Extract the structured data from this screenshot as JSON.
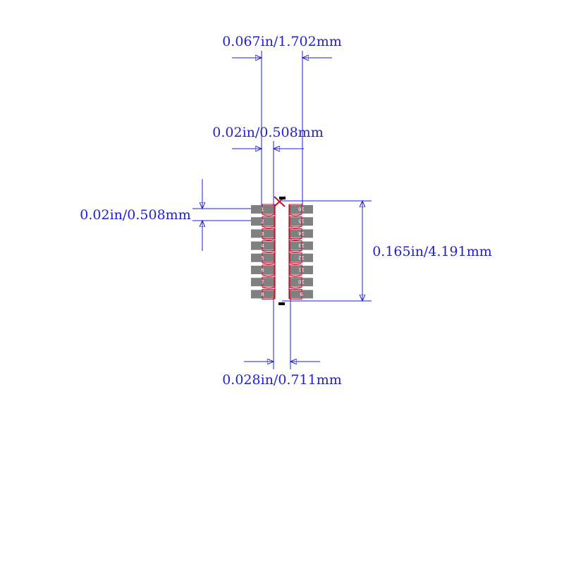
{
  "colors": {
    "dimension": "#1f1fd0",
    "pad": "#808080",
    "outline": "#c8102e",
    "marker": "#c8102e",
    "ink": "#000000"
  },
  "dimensions": {
    "pad_pitch_span": "0.067in/1.702mm",
    "pad_width": "0.02in/0.508mm",
    "pad_height": "0.02in/0.508mm",
    "package_height": "0.165in/4.191mm",
    "pad_gap": "0.028in/0.711mm"
  },
  "pins": {
    "left": [
      "1",
      "2",
      "3",
      "4",
      "5",
      "6",
      "7",
      "8"
    ],
    "right": [
      "16",
      "15",
      "14",
      "13",
      "12",
      "11",
      "10",
      "9"
    ]
  }
}
